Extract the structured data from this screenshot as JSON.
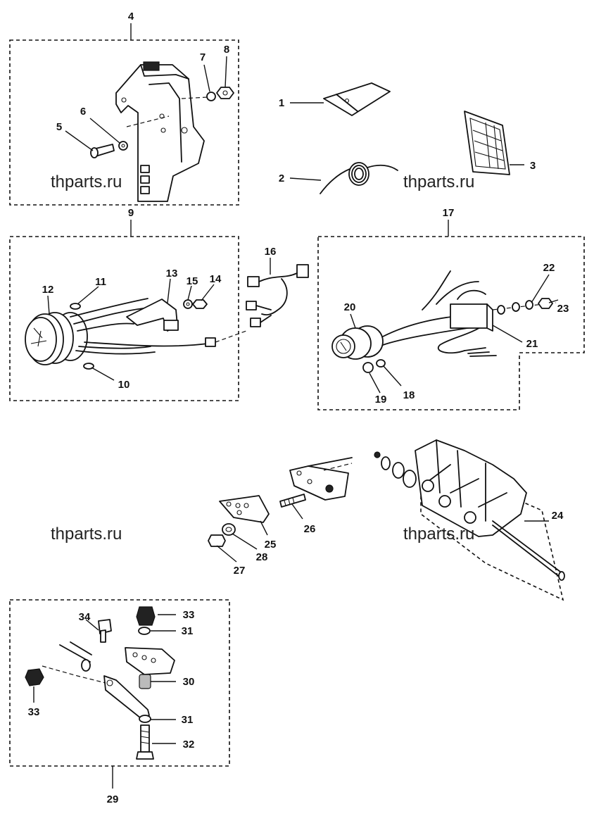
{
  "callouts": {
    "c1": "1",
    "c2": "2",
    "c3": "3",
    "c4": "4",
    "c5": "5",
    "c6": "6",
    "c7": "7",
    "c8": "8",
    "c9": "9",
    "c10": "10",
    "c11": "11",
    "c12": "12",
    "c13": "13",
    "c14": "14",
    "c15": "15",
    "c16": "16",
    "c17": "17",
    "c18": "18",
    "c19": "19",
    "c20": "20",
    "c21": "21",
    "c22": "22",
    "c23": "23",
    "c24": "24",
    "c25": "25",
    "c26": "26",
    "c27": "27",
    "c28": "28",
    "c29": "29",
    "c30": "30",
    "c31a": "31",
    "c31b": "31",
    "c32": "32",
    "c33a": "33",
    "c33b": "33",
    "c34": "34"
  },
  "watermarks": {
    "w1": "thparts.ru",
    "w2": "thparts.ru",
    "w3": "thparts.ru",
    "w4": "thparts.ru"
  }
}
